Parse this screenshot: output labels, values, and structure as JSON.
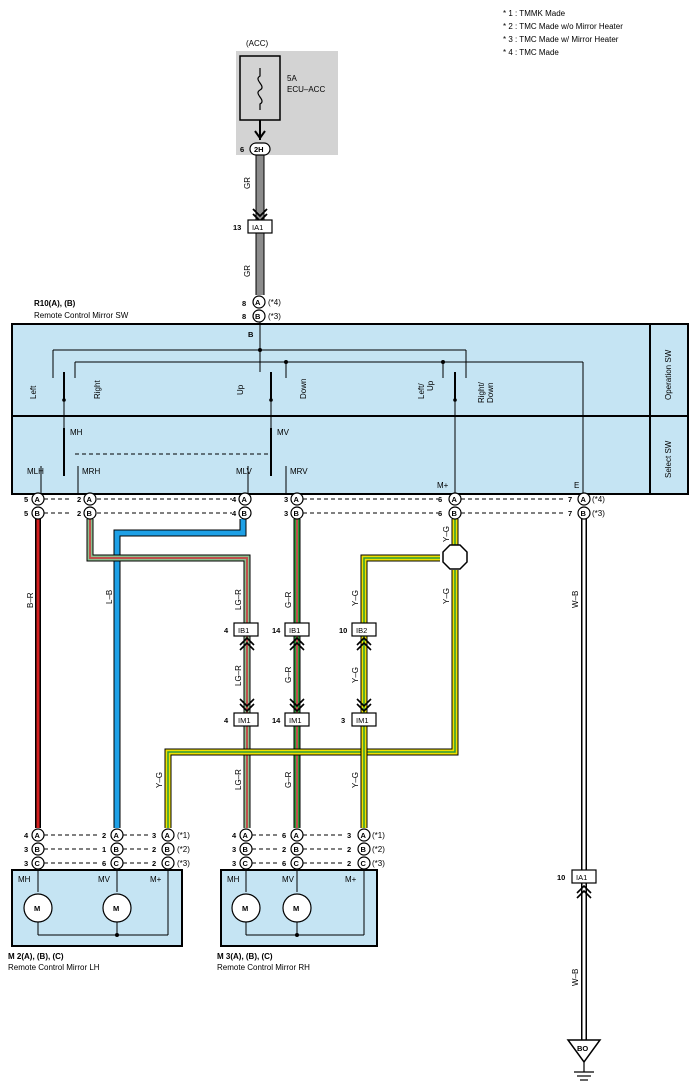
{
  "notes": [
    "* 1 : TMMK Made",
    "* 2 : TMC Made w/o Mirror Heater",
    "* 3 : TMC Made w/ Mirror Heater",
    "* 4 : TMC Made"
  ],
  "fuse": {
    "circuit": "(ACC)",
    "rating": "5A",
    "name": "ECU–ACC",
    "pin": "6",
    "terminal": "2H"
  },
  "wires": {
    "gr_upper": "GR",
    "gr_lower": "GR",
    "br": "B–R",
    "lb": "L–B",
    "lgr_1": "LG–R",
    "lgr_2": "LG–R",
    "lgr_3": "LG–R",
    "gr2_1": "G–R",
    "gr2_2": "G–R",
    "gr2_3": "G–R",
    "yg_top": "Y–G",
    "yg_right": "Y–G",
    "yg_1": "Y–G",
    "yg_2": "Y–G",
    "yg_3": "Y–G",
    "yg_left": "Y–G",
    "wb_1": "W–B",
    "wb_2": "W–B"
  },
  "connectors": {
    "ia1_top": {
      "pin": "13",
      "name": "IA1"
    },
    "ib1_a": {
      "pin": "4",
      "name": "IB1"
    },
    "ib1_b": {
      "pin": "14",
      "name": "IB1"
    },
    "ib2": {
      "pin": "10",
      "name": "IB2"
    },
    "im1_a": {
      "pin": "4",
      "name": "IM1"
    },
    "im1_b": {
      "pin": "14",
      "name": "IM1"
    },
    "im1_c": {
      "pin": "3",
      "name": "IM1"
    },
    "ia1_bottom": {
      "pin": "10",
      "name": "IA1"
    },
    "ground": "BO"
  },
  "switch": {
    "title": "R10(A), (B)",
    "name": "Remote Control Mirror SW",
    "entry_pins": [
      "8",
      "8"
    ],
    "entry_letters": [
      "A",
      "B"
    ],
    "entry_notes": [
      "(*4)",
      "(*3)"
    ],
    "b_label": "B",
    "operation_label": "Operation SW",
    "select_label": "Select SW",
    "op_labels": [
      "Left",
      "Right",
      "Up",
      "Down",
      "Left/\nUp",
      "Right/\nDown"
    ],
    "mh": "MH",
    "mv": "MV",
    "mlh": "MLH",
    "mrh": "MRH",
    "mlv": "MLV",
    "mrv": "MRV",
    "mplus": "M+",
    "e": "E"
  },
  "switch_pins": [
    {
      "row": "A",
      "groups": [
        "5",
        "2",
        "4",
        "3",
        "6",
        "7"
      ],
      "note": "(*4)"
    },
    {
      "row": "B",
      "groups": [
        "5",
        "2",
        "4",
        "3",
        "6",
        "7"
      ],
      "note": "(*3)"
    }
  ],
  "mirror_lh": {
    "title": "M 2(A), (B), (C)",
    "name": "Remote Control Mirror LH",
    "terminals": [
      "MH",
      "MV",
      "M+"
    ],
    "motor": "M",
    "pins": [
      [
        "4",
        "2",
        "3"
      ],
      [
        "3",
        "1",
        "2"
      ],
      [
        "3",
        "6",
        "2"
      ]
    ],
    "letters": [
      "A",
      "B",
      "C"
    ],
    "notes": [
      "(*1)",
      "(*2)",
      "(*3)"
    ]
  },
  "mirror_rh": {
    "title": "M 3(A), (B), (C)",
    "name": "Remote Control Mirror RH",
    "terminals": [
      "MH",
      "MV",
      "M+"
    ],
    "motor": "M",
    "pins": [
      [
        "4",
        "6",
        "3"
      ],
      [
        "3",
        "2",
        "2"
      ],
      [
        "3",
        "6",
        "2"
      ]
    ],
    "letters": [
      "A",
      "B",
      "C"
    ],
    "notes": [
      "(*1)",
      "(*2)",
      "(*3)"
    ]
  }
}
